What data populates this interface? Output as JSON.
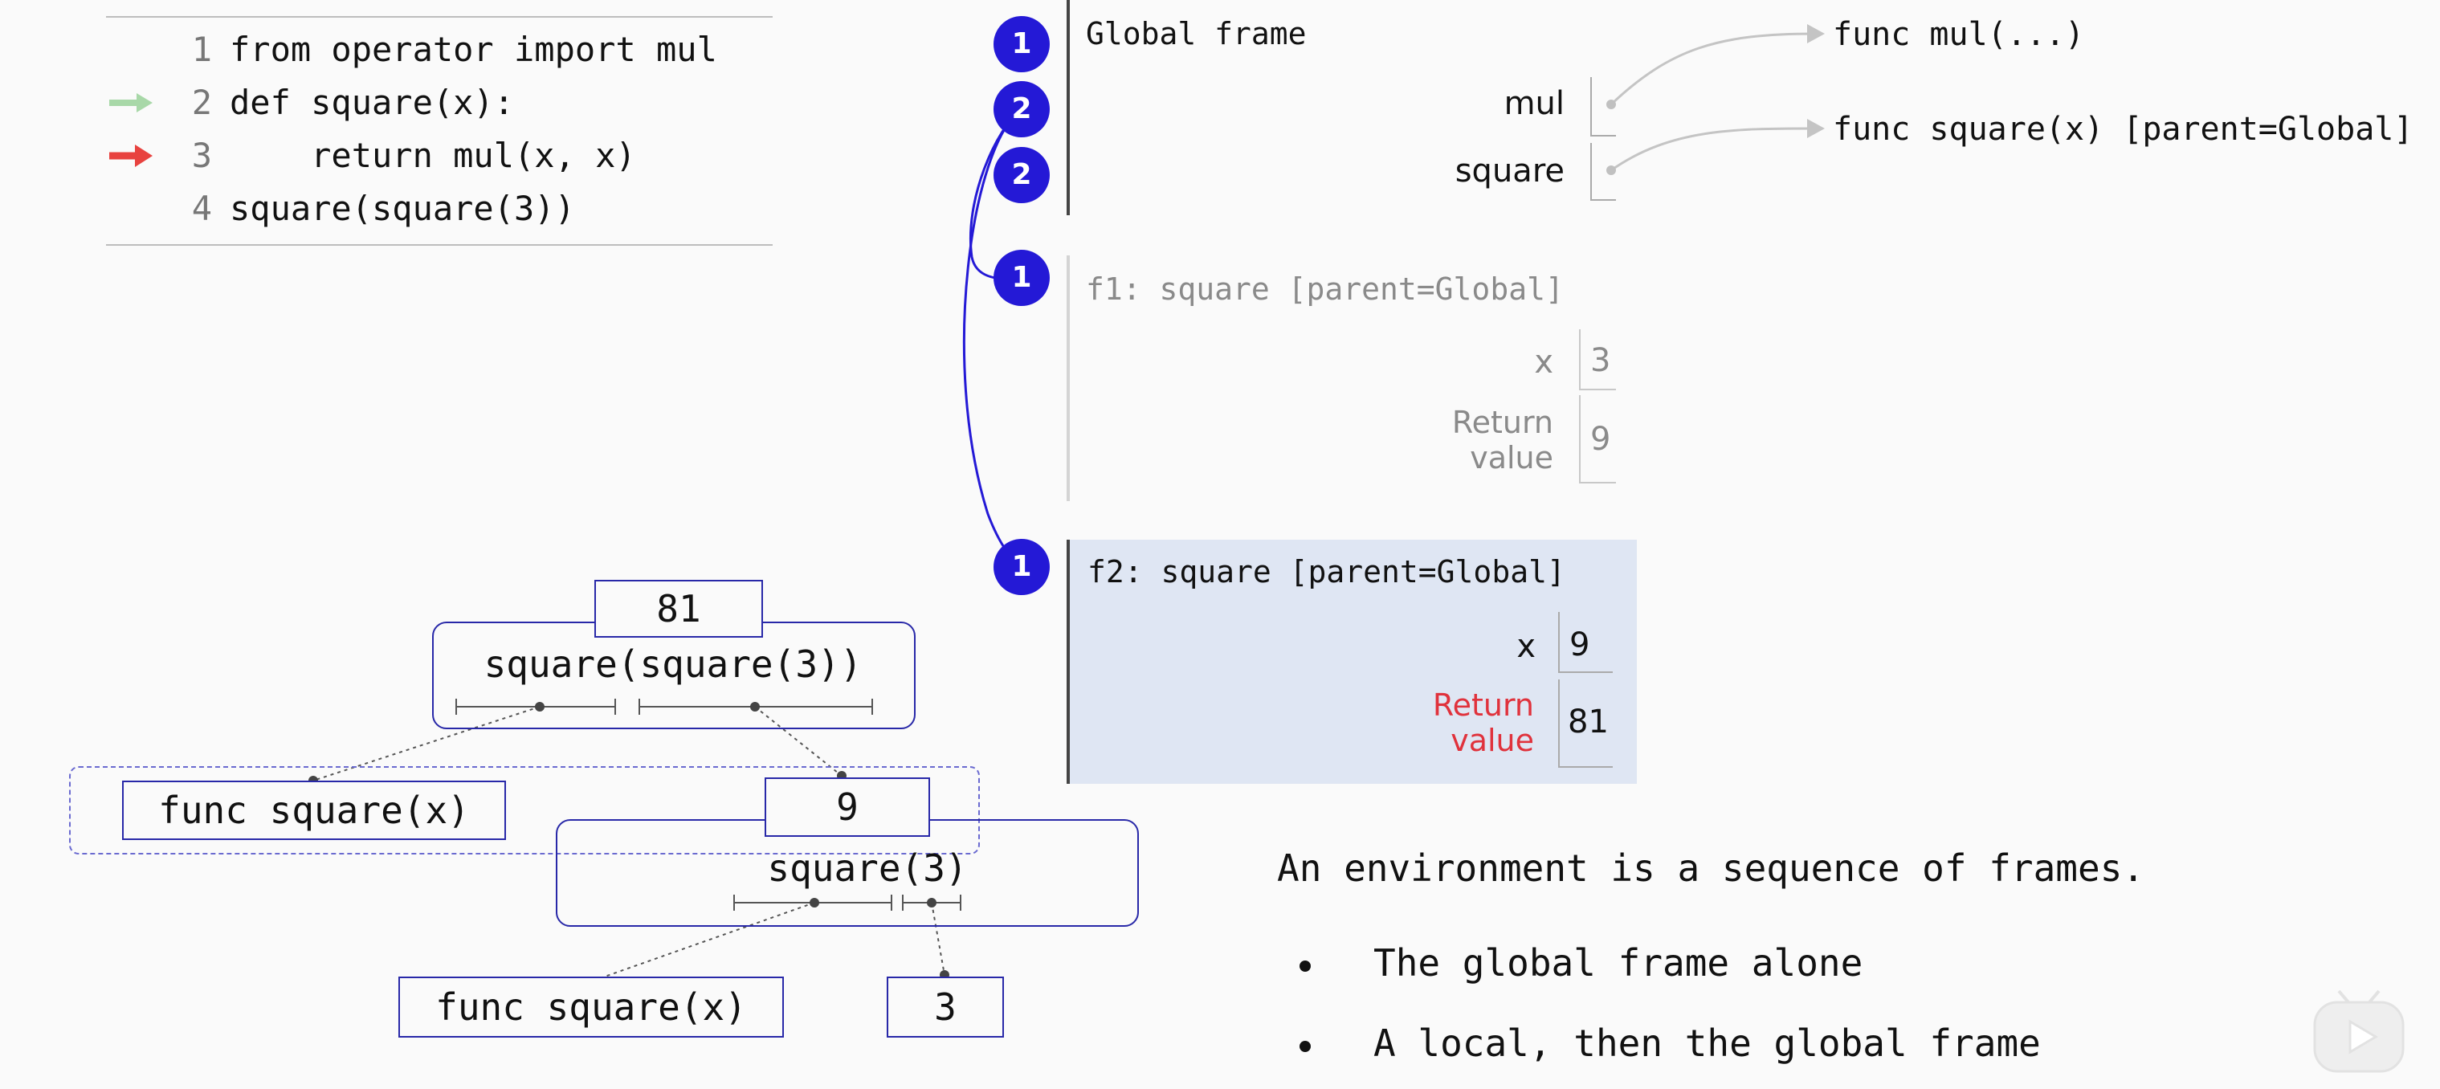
{
  "code": {
    "lines": [
      {
        "num": "1",
        "text": "from operator import mul"
      },
      {
        "num": "2",
        "text": "def square(x):"
      },
      {
        "num": "3",
        "text": "    return mul(x, x)"
      },
      {
        "num": "4",
        "text": "square(square(3))"
      }
    ]
  },
  "global_frame": {
    "title": "Global frame",
    "vars": [
      {
        "name": "mul"
      },
      {
        "name": "square"
      }
    ]
  },
  "objects": {
    "mul": "func mul(...)",
    "square": "func square(x) [parent=Global]"
  },
  "frame_f1": {
    "title": "f1: square [parent=Global]",
    "x_name": "x",
    "x_value": "3",
    "return_label_1": "Return",
    "return_label_2": "value",
    "return_value": "9"
  },
  "frame_f2": {
    "title": "f2: square [parent=Global]",
    "x_name": "x",
    "x_value": "9",
    "return_label_1": "Return",
    "return_label_2": "value",
    "return_value": "81"
  },
  "badges": {
    "b1": "1",
    "b2": "2",
    "b3": "2",
    "b4": "1",
    "b5": "1"
  },
  "tree": {
    "result_outer": "81",
    "expr_outer": "square(square(3))",
    "func_left": "func square(x)",
    "result_inner": "9",
    "expr_inner": "square(3)",
    "func_bottom": "func square(x)",
    "operand": "3"
  },
  "notes": {
    "heading": "An environment is a sequence of frames.",
    "bullet1": "The global frame alone",
    "bullet2": "A local, then the global frame"
  },
  "colors": {
    "badge": "#2419d6",
    "tree_border": "#2828a8",
    "f2_bg": "#dfe6f3",
    "return_red": "#e0323c",
    "arrow_red": "#e8423f",
    "arrow_green": "#a8d8a8"
  }
}
